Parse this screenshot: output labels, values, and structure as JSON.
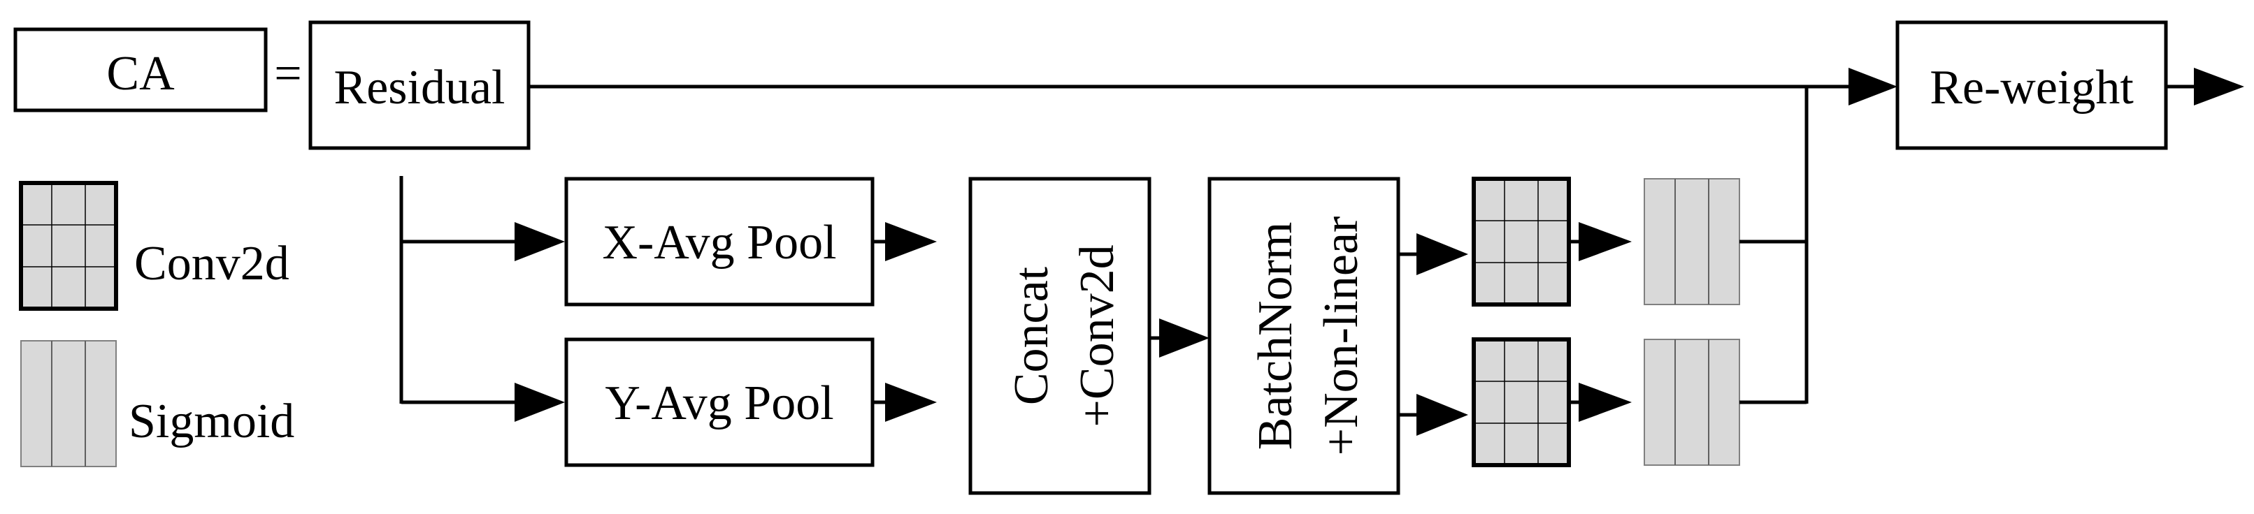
{
  "diagram": {
    "ca_label": "CA",
    "equals_sign": "=",
    "residual_label": "Residual",
    "reweight_label": "Re-weight",
    "x_pool_label": "X-Avg Pool",
    "y_pool_label": "Y-Avg Pool",
    "concat_line1": "Concat",
    "concat_line2": "+Conv2d",
    "bn_line1": "BatchNorm",
    "bn_line2": "+Non-linear"
  },
  "legend": {
    "conv_label": "Conv2d",
    "sigmoid_label": "Sigmoid"
  },
  "colors": {
    "stroke": "#000000",
    "block_fill": "#d9d9d9",
    "sigmoid_grid": "#808080"
  }
}
